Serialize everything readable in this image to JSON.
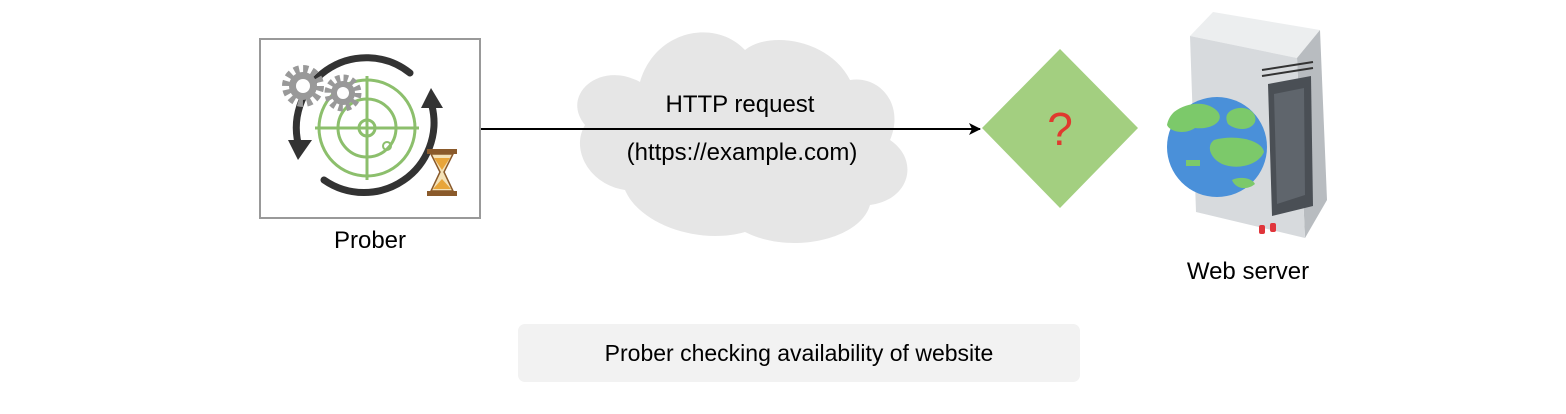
{
  "diagram": {
    "prober_label": "Prober",
    "request_line1": "HTTP request",
    "request_line2": "(https://example.com)",
    "decision_symbol": "?",
    "server_label": "Web server",
    "caption": "Prober checking availability of website"
  },
  "colors": {
    "radar_green": "#8cbf6c",
    "dark_arrow": "#333333",
    "gear_gray": "#999999",
    "cloud_gray": "#e6e6e6",
    "diamond_green": "#a3cf80",
    "question_red": "#e03a2e",
    "globe_blue": "#4a90d9",
    "globe_land": "#7cc96a",
    "server_gray": "#d7dadd",
    "caption_bg": "#f2f2f2"
  },
  "icons": [
    "prober-icon",
    "gear-icon",
    "radar-icon",
    "hourglass-icon",
    "cloud-icon",
    "question-diamond-icon",
    "server-icon",
    "globe-icon"
  ]
}
